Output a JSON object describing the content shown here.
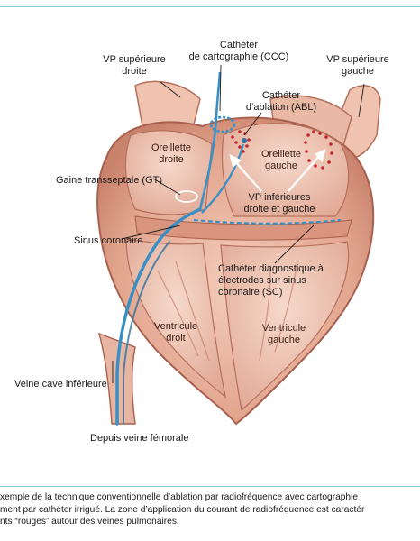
{
  "labels": {
    "vp_sup_droite": [
      "VP supérieure",
      "droite"
    ],
    "catheter_ccc": [
      "Cathéter",
      "de cartographie (CCC)"
    ],
    "vp_sup_gauche": [
      "VP supérieure",
      "gauche"
    ],
    "catheter_abl": [
      "Cathéter",
      "d’ablation (ABL)"
    ],
    "oreillette_droite": [
      "Oreillette",
      "droite"
    ],
    "oreillette_gauche": [
      "Oreillette",
      "gauche"
    ],
    "gaine_transseptale": "Gaine transseptale (GT)",
    "vp_inferieures": [
      "VP inférieures",
      "droite et gauche"
    ],
    "sinus_coronaire": "Sinus coronaire",
    "catheter_diagnostique": [
      "Cathéter diagnostique à",
      "électrodes sur sinus",
      "coronaire (SC)"
    ],
    "ventricule_droit": [
      "Ventricule",
      "droit"
    ],
    "ventricule_gauche": [
      "Ventricule",
      "gauche"
    ],
    "veine_cave": "Veine cave inférieure",
    "depuis_veine": "Depuis veine fémorale"
  },
  "caption": [
    "xemple de la technique conventionnelle d’ablation par radiofréquence avec cartographie",
    "ment par cathéter irrigué. La zone d’application du courant de radiofréquence est caractér",
    "nts “rouges” autour des veines pulmonaires."
  ],
  "colors": {
    "rule": "#8fc9d8",
    "tissue": "#e9b7a3",
    "tissue_dark": "#b86a58",
    "catheter": "#3a8fc4",
    "ablation_points": "#c0262f"
  }
}
